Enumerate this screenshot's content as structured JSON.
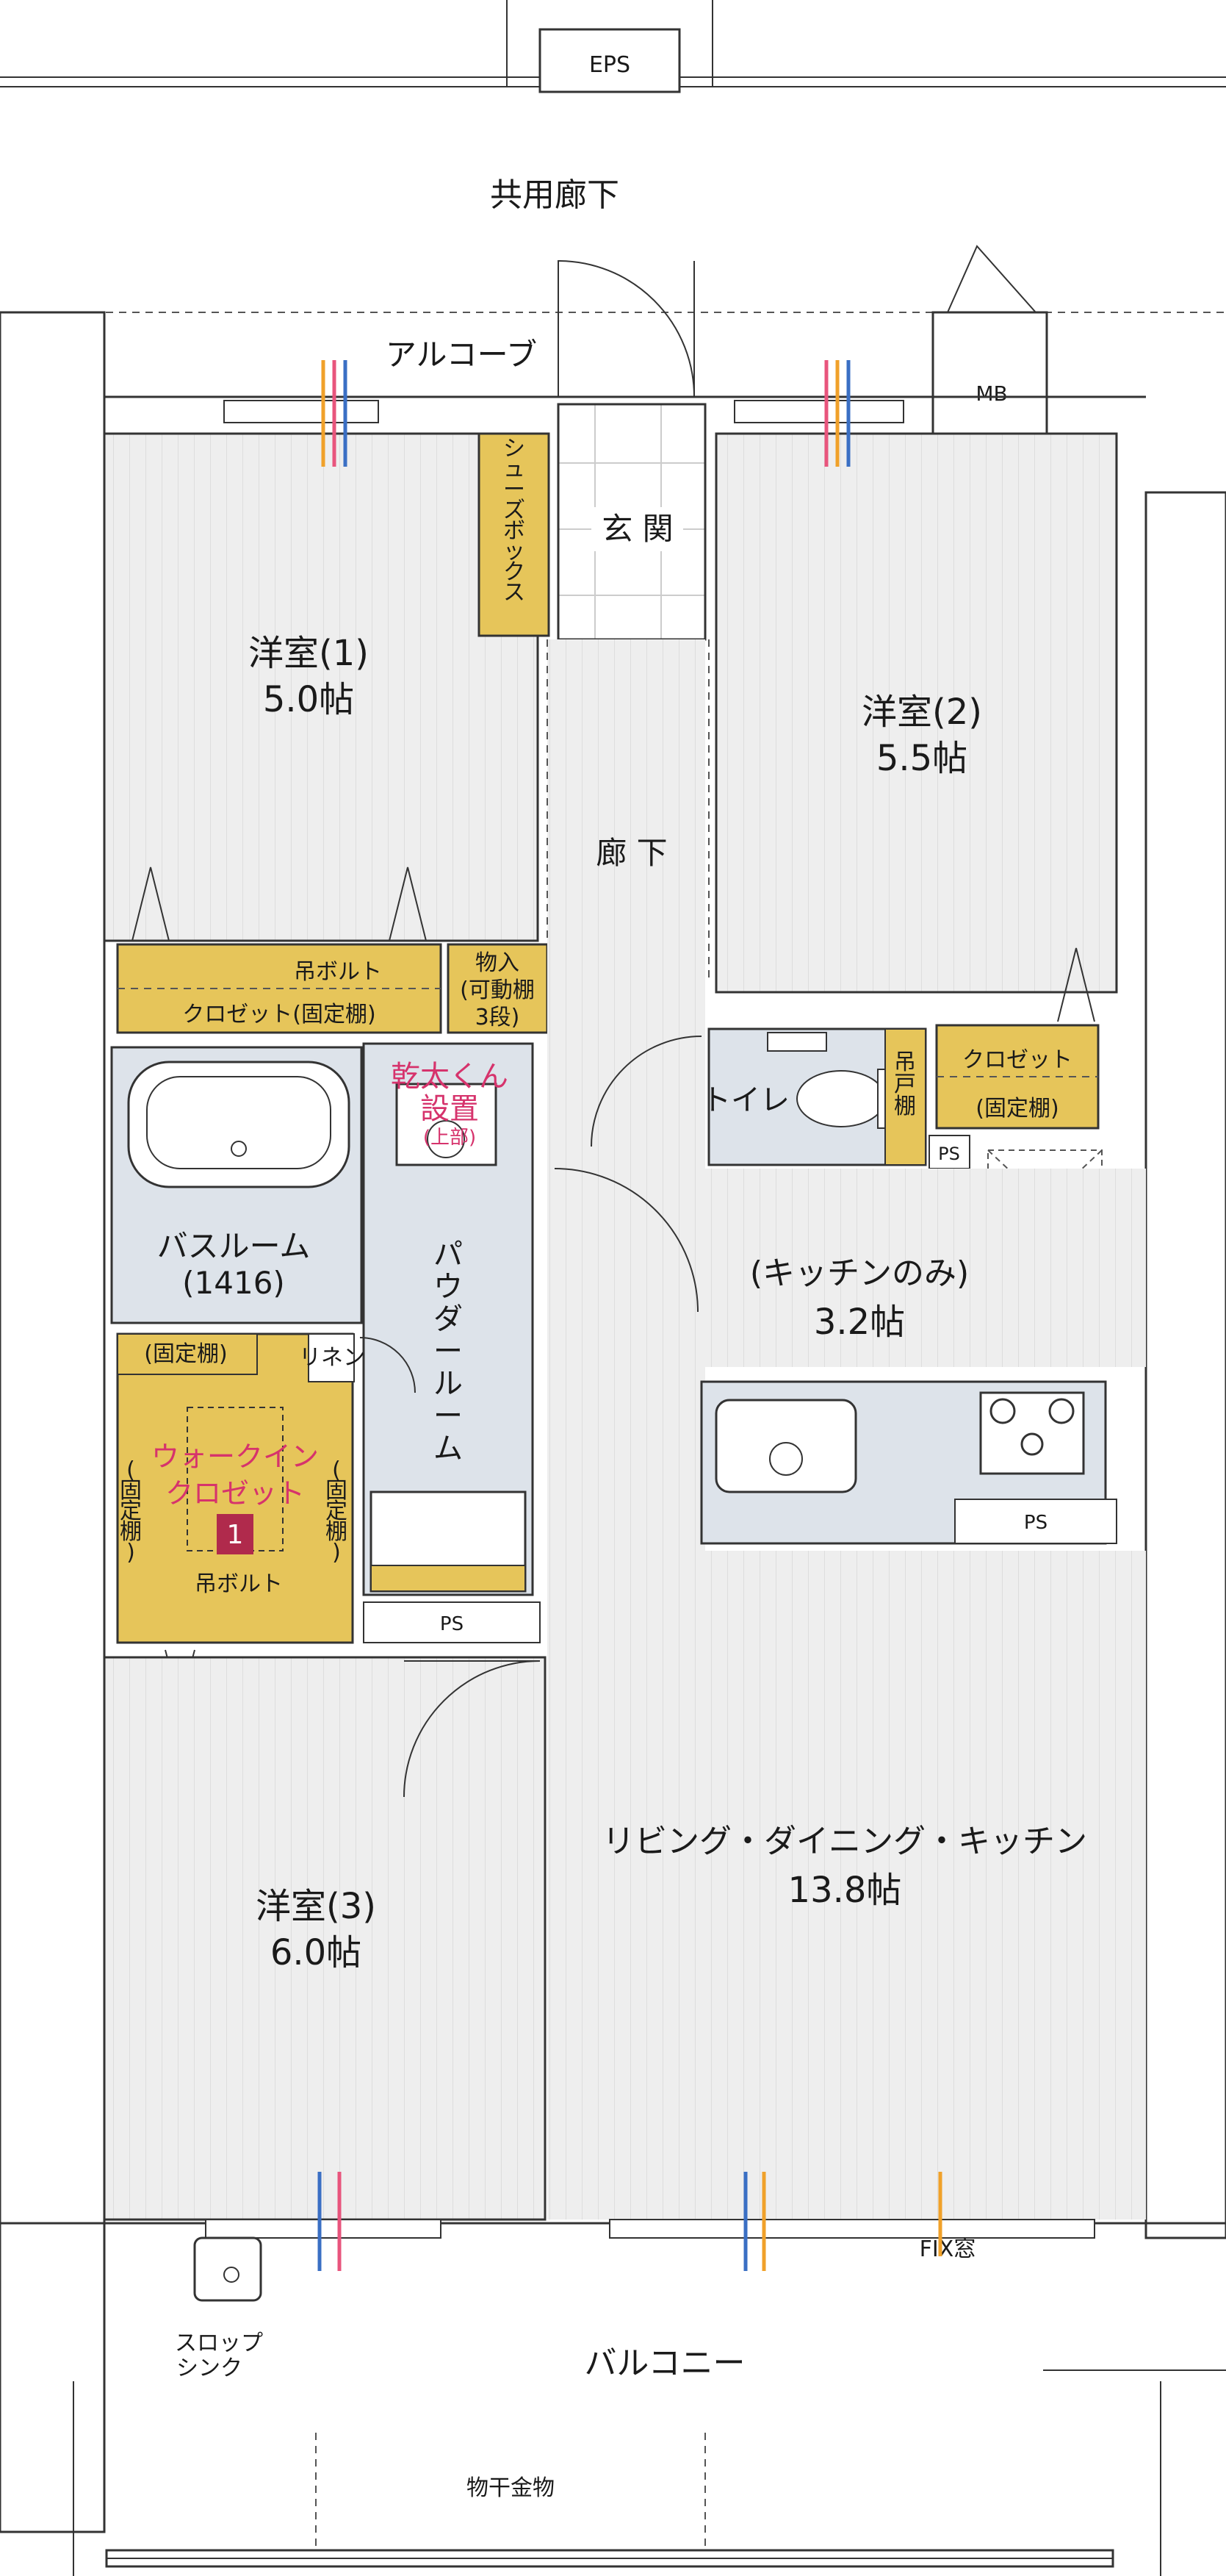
{
  "labels": {
    "eps": "EPS",
    "corridor_common": "共用廊下",
    "alcove": "アルコーブ",
    "mb": "MB",
    "shoe_box": "シューズボックス",
    "entrance": "玄 関",
    "room1_name": "洋室(1)",
    "room1_size": "5.0帖",
    "room2_name": "洋室(2)",
    "room2_size": "5.5帖",
    "hallway": "廊 下",
    "hanger_bolt": "吊ボルト",
    "closet_fixed": "クロゼット(固定棚)",
    "storage_title": "物入",
    "storage_detail": "(可動棚",
    "storage_stages": "3段)",
    "toilet": "トイレ",
    "hanging_shelf": "吊戸棚",
    "closet2_title": "クロゼット",
    "closet2_detail": "(固定棚)",
    "ps": "PS",
    "kantakun": "乾太くん",
    "kantakun_install": "設置",
    "kantakun_top": "(上部)",
    "bathroom": "バスルーム",
    "bathroom_size": "(1416)",
    "powder_room": "パウダールーム",
    "kitchen_only": "(キッチンのみ)",
    "kitchen_size": "3.2帖",
    "fixed_shelf": "(固定棚)",
    "linen": "リネン",
    "wic_line1": "ウォークイン",
    "wic_line2": "クロゼット",
    "wic_num": "1",
    "fixed_shelf_vertical": "(固定棚)",
    "room3_name": "洋室(3)",
    "room3_size": "6.0帖",
    "ldk": "リビング・ダイニング・キッチン",
    "ldk_size": "13.8帖",
    "fix_window": "FIX窓",
    "slop_sink1": "スロップ",
    "slop_sink2": "シンク",
    "balcony": "バルコニー",
    "clothes_pole": "物干金物"
  },
  "colors": {
    "floor": "#eeeeee",
    "storage": "#e6c55a",
    "wet_area": "#dde3ea",
    "accent_pink": "#d6336c",
    "wic_badge": "#b02a4c",
    "wall": "#333333",
    "pipe_pink": "#e8557d",
    "pipe_blue": "#3a6fc4",
    "pipe_orange": "#f0a12a"
  }
}
